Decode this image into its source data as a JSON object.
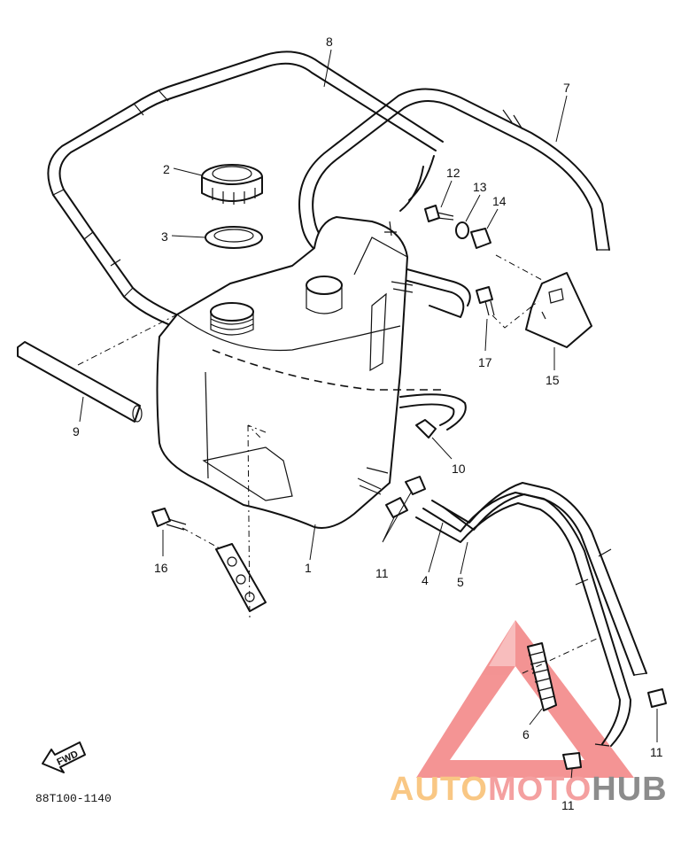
{
  "diagram": {
    "part_labels": [
      {
        "id": "p1",
        "text": "1"
      },
      {
        "id": "p2",
        "text": "2"
      },
      {
        "id": "p3",
        "text": "3"
      },
      {
        "id": "p4",
        "text": "4"
      },
      {
        "id": "p5",
        "text": "5"
      },
      {
        "id": "p6",
        "text": "6"
      },
      {
        "id": "p7",
        "text": "7"
      },
      {
        "id": "p8",
        "text": "8"
      },
      {
        "id": "p9",
        "text": "9"
      },
      {
        "id": "p10",
        "text": "10"
      },
      {
        "id": "p11a",
        "text": "11"
      },
      {
        "id": "p11b",
        "text": "11"
      },
      {
        "id": "p11c",
        "text": "11"
      },
      {
        "id": "p12",
        "text": "12"
      },
      {
        "id": "p13",
        "text": "13"
      },
      {
        "id": "p14",
        "text": "14"
      },
      {
        "id": "p15",
        "text": "15"
      },
      {
        "id": "p16",
        "text": "16"
      },
      {
        "id": "p17",
        "text": "17"
      }
    ],
    "fwd_label": "FWD",
    "drawing_code": "88T100-1140"
  },
  "watermark": {
    "word_1": "AUTO",
    "word_2": "MOTO",
    "word_3": "HUB",
    "colors": {
      "auto": "#f9c784",
      "moto": "#f4a0a0",
      "hub": "#8c8c8c",
      "triangle": "#f07070"
    }
  }
}
